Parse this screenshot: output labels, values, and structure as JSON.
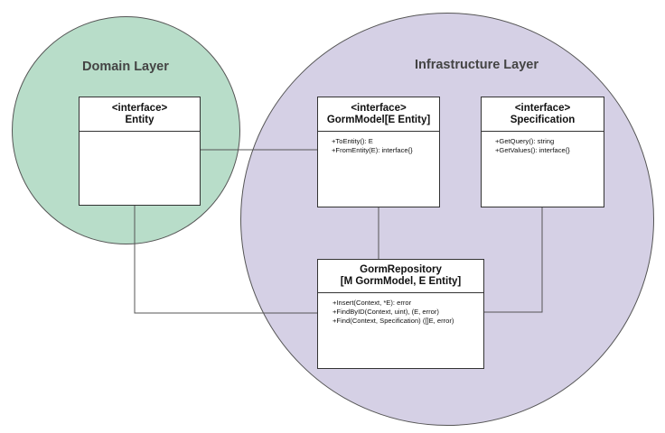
{
  "diagram": {
    "layers": [
      {
        "id": "domain",
        "title": "Domain Layer",
        "fill": "#b8ddc9"
      },
      {
        "id": "infrastructure",
        "title": "Infrastructure Layer",
        "fill": "#d5d0e5"
      }
    ],
    "classes": [
      {
        "id": "entity",
        "header": [
          "<interface>",
          "Entity"
        ],
        "members": []
      },
      {
        "id": "gormmodel",
        "header": [
          "<interface>",
          "GormModel[E Entity]"
        ],
        "members": [
          "+ToEntity(): E",
          "+FromEntity(E): interface{}"
        ]
      },
      {
        "id": "specification",
        "header": [
          "<interface>",
          "Specification"
        ],
        "members": [
          "+GetQuery(): string",
          "+GetValues(): interface{}"
        ]
      },
      {
        "id": "gormrepository",
        "header": [
          "GormRepository",
          "[M GormModel, E Entity]"
        ],
        "members": [
          "+Insert(Context, *E): error",
          "+FindByID(Context, uint), (E, error)",
          "+Find(Context, Specification) ([]E, error)"
        ]
      }
    ],
    "connections": [
      {
        "from": "entity",
        "to": "gormmodel"
      },
      {
        "from": "entity",
        "to": "gormrepository"
      },
      {
        "from": "gormmodel",
        "to": "gormrepository"
      },
      {
        "from": "specification",
        "to": "gormrepository"
      }
    ],
    "colors": {
      "line": "#555555",
      "box_border": "#333333",
      "title_text": "#444444"
    }
  }
}
